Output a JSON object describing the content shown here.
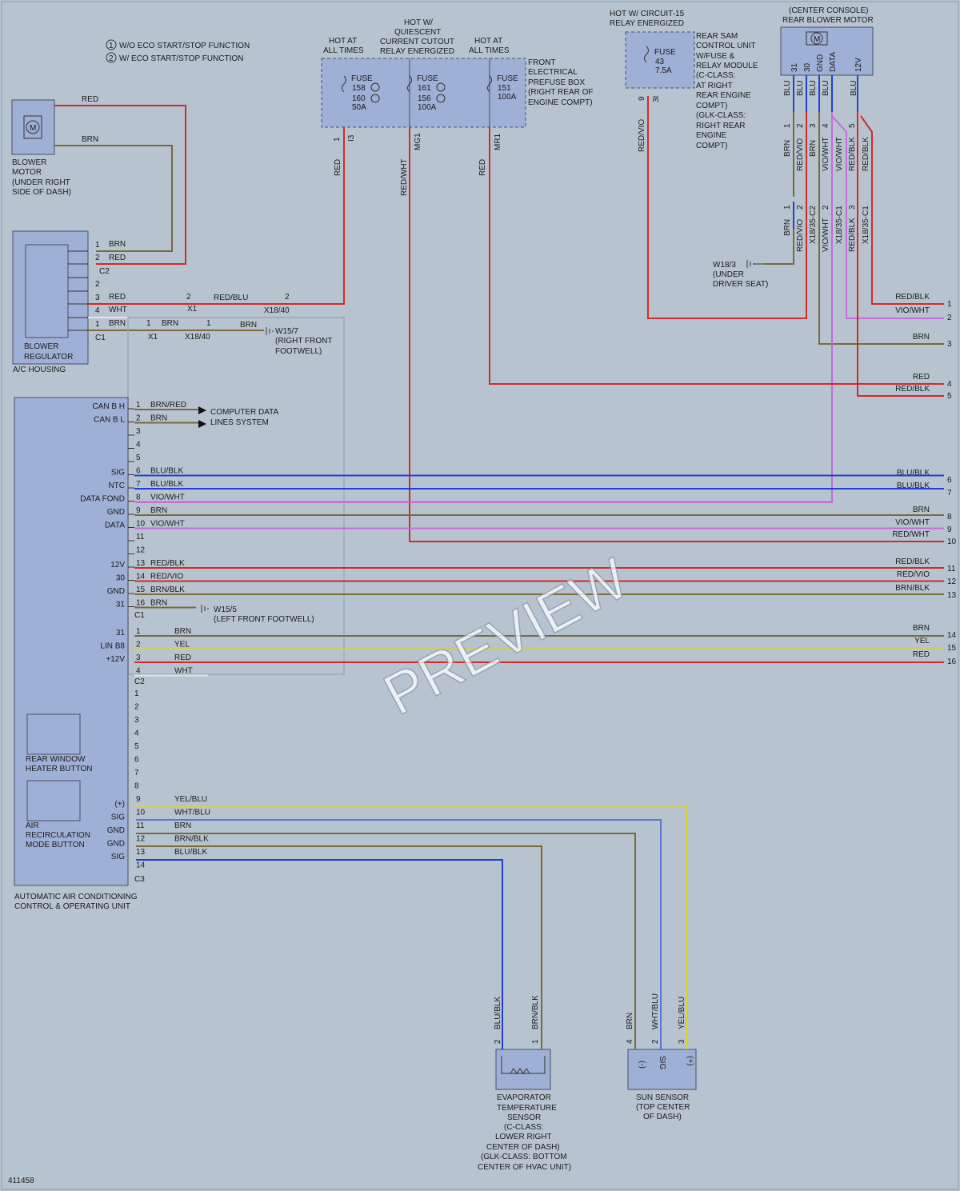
{
  "legend": {
    "item1": "W/O ECO START/STOP FUNCTION",
    "item2": "W/ ECO START/STOP FUNCTION",
    "num1": "1",
    "num2": "2"
  },
  "watermark": "PREVIEW",
  "ref": "411458",
  "hot_labels": {
    "a1": "HOT AT",
    "a2": "ALL TIMES",
    "q1": "HOT W/",
    "q2": "QUIESCENT",
    "q3": "CURRENT CUTOUT",
    "q4": "RELAY ENERGIZED",
    "b1": "HOT AT",
    "b2": "ALL TIMES",
    "c1": "HOT W/ CIRCUIT-15",
    "c2": "RELAY ENERGIZED"
  },
  "prefuse": {
    "f1": [
      "FUSE",
      "158",
      "160",
      "50A"
    ],
    "f2": [
      "FUSE",
      "161",
      "156",
      "100A"
    ],
    "f3": [
      "FUSE",
      "151",
      "100A"
    ],
    "label": [
      "FRONT",
      "ELECTRICAL",
      "PREFUSE BOX",
      "(RIGHT REAR OF",
      "ENGINE COMPT)"
    ],
    "pins": [
      "1",
      "I3",
      "MG1",
      "MR1"
    ]
  },
  "sam": {
    "fuse": [
      "FUSE",
      "43",
      "7.5A"
    ],
    "label": [
      "REAR SAM",
      "CONTROL UNIT",
      "W/FUSE &",
      "RELAY MODULE",
      "(C-CLASS:",
      "AT RIGHT",
      "REAR ENGINE",
      "COMPT)",
      "(GLK-CLASS:",
      "RIGHT REAR",
      "ENGINE",
      "COMPT)"
    ],
    "pin": "9",
    "conn": "3I"
  },
  "rear_blower": {
    "title1": "(CENTER CONSOLE)",
    "title2": "REAR BLOWER MOTOR",
    "pins": [
      "31",
      "30",
      "GND",
      "DATA",
      "12V"
    ],
    "wires": [
      "BLU",
      "BLU",
      "BLU",
      "BLU",
      "BLU"
    ]
  },
  "rear_lower": {
    "wires": [
      "BRN",
      "RED/VIO",
      "BRN",
      "VIO/WHT",
      "VIO/WHT",
      "RED/BLK",
      "RED/BLK"
    ],
    "nums": [
      "1",
      "2",
      "3",
      "4",
      "5"
    ],
    "nums2": [
      "1",
      "2",
      "2",
      "3"
    ],
    "conn1": "X18/35-C2",
    "conn2": "X18/35-C1",
    "ground": [
      "W18/3",
      "(UNDER",
      "DRIVER SEAT)"
    ]
  },
  "blower_motor": {
    "label": [
      "BLOWER",
      "MOTOR",
      "(UNDER RIGHT",
      "SIDE OF DASH)"
    ],
    "wire_red": "RED",
    "wire_brn": "BRN"
  },
  "regulator": {
    "label": [
      "BLOWER",
      "REGULATOR"
    ],
    "housing": "A/C HOUSING",
    "pins": [
      "1",
      "2",
      "2",
      "3",
      "4",
      "1"
    ],
    "wires": [
      "BRN",
      "RED",
      "RED",
      "WHT",
      "BRN"
    ],
    "c2": "C2",
    "c1": "C1",
    "x1a": "X1",
    "x1b": "X1",
    "x1840a": "X18/40",
    "x1840b": "X18/40",
    "redblu": "RED/BLU",
    "brn2": "BRN",
    "brn3": "BRN",
    "n2a": "2",
    "n2b": "2",
    "n1a": "1",
    "n1b": "1",
    "w157": [
      "W15/7",
      "(RIGHT FRONT",
      "FOOTWELL)"
    ]
  },
  "vert_wires": {
    "red1": "RED",
    "redwht": "RED/WHT",
    "red2": "RED",
    "redvio": "RED/VIO"
  },
  "acu": {
    "label": [
      "AUTOMATIC AIR CONDITIONING",
      "CONTROL & OPERATING UNIT"
    ],
    "btn1": [
      "REAR WINDOW",
      "HEATER BUTTON"
    ],
    "btn2": [
      "AIR",
      "RECIRCULATION",
      "MODE BUTTON"
    ],
    "c1_pins": [
      "CAN B H",
      "CAN B L",
      "",
      "",
      "",
      "SIG",
      "NTC",
      "DATA FOND",
      "GND",
      "DATA",
      "",
      "",
      "12V",
      "30",
      "GND",
      "31"
    ],
    "c1_nums": [
      "1",
      "2",
      "3",
      "4",
      "5",
      "6",
      "7",
      "8",
      "9",
      "10",
      "11",
      "12",
      "13",
      "14",
      "15",
      "16"
    ],
    "c1_wires": [
      "BRN/RED",
      "BRN",
      "",
      "",
      "",
      "BLU/BLK",
      "BLU/BLK",
      "VIO/WHT",
      "BRN",
      "VIO/WHT",
      "",
      "",
      "RED/BLK",
      "RED/VIO",
      "BRN/BLK",
      "BRN"
    ],
    "c1": "C1",
    "c2": "C2",
    "c3": "C3",
    "cds": [
      "COMPUTER DATA",
      "LINES SYSTEM"
    ],
    "w155": [
      "W15/5",
      "(LEFT FRONT FOOTWELL)"
    ],
    "c2a_pins": [
      "31",
      "LIN B8",
      "+12V",
      ""
    ],
    "c2a_nums": [
      "1",
      "2",
      "3",
      "4"
    ],
    "c2a_wires": [
      "BRN",
      "YEL",
      "RED",
      "WHT"
    ],
    "c2b_nums": [
      "1",
      "2",
      "3",
      "4",
      "5",
      "6",
      "7",
      "8"
    ],
    "c3_pins": [
      "(+)",
      "SIG",
      "GND",
      "GND",
      "SIG",
      ""
    ],
    "c3_nums": [
      "9",
      "10",
      "11",
      "12",
      "13",
      "14"
    ],
    "c3_wires": [
      "YEL/BLU",
      "WHT/BLU",
      "BRN",
      "BRN/BLK",
      "BLU/BLK",
      ""
    ]
  },
  "right_side": {
    "labels": [
      "RED/BLK",
      "VIO/WHT",
      "BRN",
      "RED",
      "RED/BLK",
      "BLU/BLK",
      "BLU/BLK",
      "BRN",
      "VIO/WHT",
      "RED/WHT",
      "RED/BLK",
      "RED/VIO",
      "BRN/BLK",
      "BRN",
      "YEL",
      "RED"
    ],
    "nums": [
      "1",
      "2",
      "3",
      "4",
      "5",
      "6",
      "7",
      "8",
      "9",
      "10",
      "11",
      "12",
      "13",
      "14",
      "15",
      "16"
    ]
  },
  "evap": {
    "label": [
      "EVAPORATOR",
      "TEMPERATURE",
      "SENSOR",
      "(C-CLASS:",
      "LOWER RIGHT",
      "CENTER OF DASH)",
      "(GLK-CLASS: BOTTOM",
      "CENTER OF HVAC UNIT)"
    ],
    "wires": [
      "BLU/BLK",
      "BRN/BLK"
    ],
    "nums": [
      "2",
      "1"
    ]
  },
  "sun": {
    "label": [
      "SUN SENSOR",
      "(TOP CENTER",
      "OF DASH)"
    ],
    "wires": [
      "BRN",
      "WHT/BLU",
      "YEL/BLU"
    ],
    "nums": [
      "4",
      "2",
      "3"
    ],
    "pins": [
      "(-)",
      "SIG",
      "(+)"
    ]
  },
  "colors": {
    "red": "#d62828",
    "brn": "#7a6a3a",
    "blu": "#1f3fd6",
    "vio": "#c66bd8",
    "yel": "#d8d23a",
    "wht": "#e4e4e4"
  }
}
